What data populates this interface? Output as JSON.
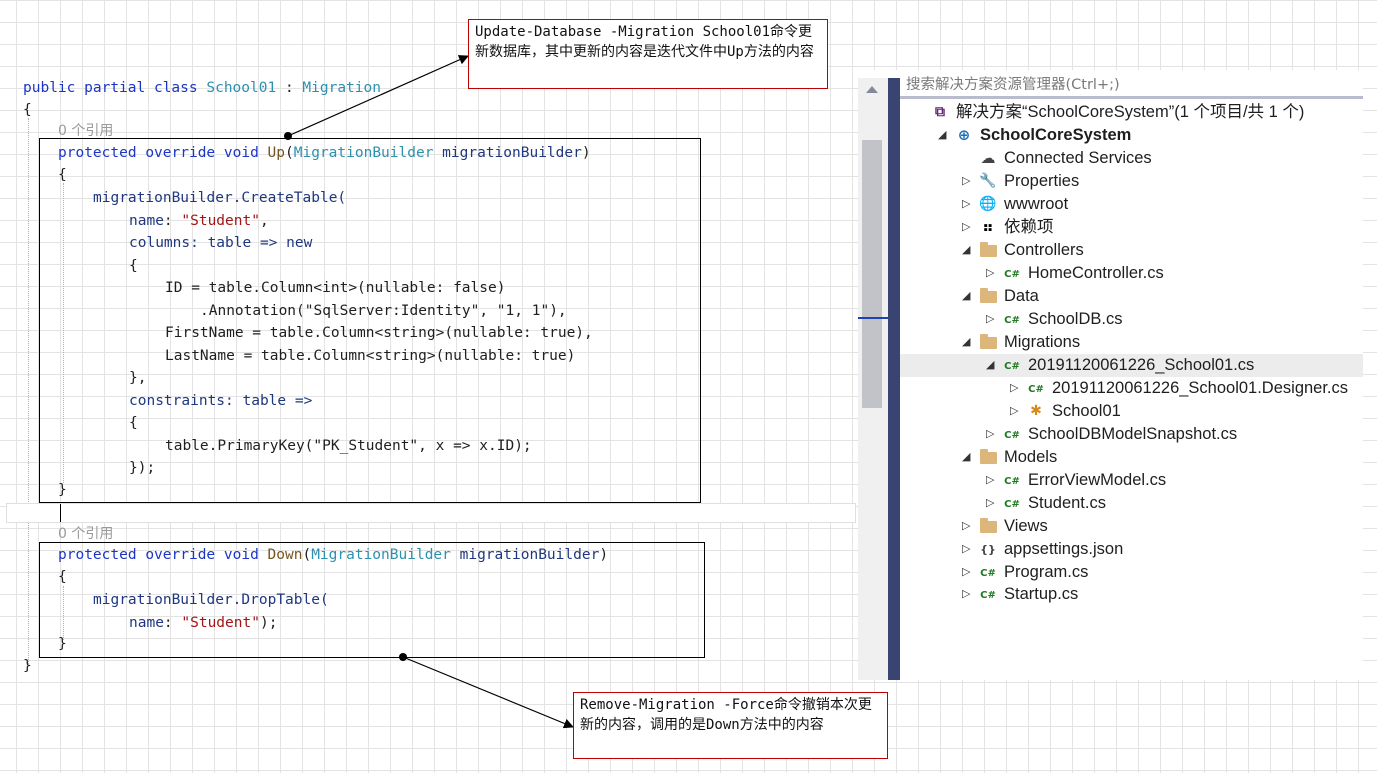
{
  "code": {
    "class_line": [
      "public",
      "partial",
      "class",
      "School01",
      ":",
      "Migration"
    ],
    "refs": "0 个引用",
    "up": {
      "sig": [
        "protected",
        "override",
        "void",
        "Up",
        "MigrationBuilder",
        "migrationBuilder"
      ],
      "body": {
        "create": "migrationBuilder.CreateTable(",
        "name": "\"Student\"",
        "columns": "columns: table => new",
        "id_col": "ID = table.Column<int>(nullable: false)",
        "annotation": ".Annotation(\"SqlServer:Identity\", \"1, 1\"),",
        "first_col": "FirstName = table.Column<string>(nullable: true),",
        "last_col": "LastName = table.Column<string>(nullable: true)",
        "constraints": "constraints: table =>",
        "pk": "table.PrimaryKey(\"PK_Student\", x => x.ID);"
      }
    },
    "down": {
      "sig": [
        "protected",
        "override",
        "void",
        "Down",
        "MigrationBuilder",
        "migrationBuilder"
      ],
      "drop": "migrationBuilder.DropTable(",
      "name": "\"Student\""
    }
  },
  "callouts": {
    "update": "Update-Database -Migration School01命令更新数据库，其中更新的内容是迭代文件中Up方法的内容",
    "remove": "Remove-Migration -Force命令撤销本次更新的内容，调用的是Down方法中的内容"
  },
  "solution_explorer": {
    "search_placeholder": "搜索解决方案资源管理器(Ctrl+;)",
    "items": [
      {
        "label": "解决方案“SchoolCoreSystem”(1 个项目/共 1 个)",
        "icon": "solution-icon",
        "toggle": ""
      },
      {
        "label": "SchoolCoreSystem",
        "icon": "web-project-icon",
        "toggle": "expanded"
      },
      {
        "label": "Connected Services",
        "icon": "connected-services-icon",
        "toggle": ""
      },
      {
        "label": "Properties",
        "icon": "wrench-icon",
        "toggle": "collapsed"
      },
      {
        "label": "wwwroot",
        "icon": "globe-icon",
        "toggle": "collapsed"
      },
      {
        "label": "依赖项",
        "icon": "dependencies-icon",
        "toggle": "collapsed"
      },
      {
        "label": "Controllers",
        "icon": "folder-icon",
        "toggle": "expanded"
      },
      {
        "label": "HomeController.cs",
        "icon": "csharp-file-icon",
        "toggle": "collapsed"
      },
      {
        "label": "Data",
        "icon": "folder-icon",
        "toggle": "expanded"
      },
      {
        "label": "SchoolDB.cs",
        "icon": "csharp-file-icon",
        "toggle": "collapsed"
      },
      {
        "label": "Migrations",
        "icon": "folder-icon",
        "toggle": "expanded"
      },
      {
        "label": "20191120061226_School01.cs",
        "icon": "csharp-file-icon",
        "toggle": "expanded"
      },
      {
        "label": "20191120061226_School01.Designer.cs",
        "icon": "csharp-file-icon",
        "toggle": "collapsed"
      },
      {
        "label": "School01",
        "icon": "class-icon",
        "toggle": "collapsed"
      },
      {
        "label": "SchoolDBModelSnapshot.cs",
        "icon": "csharp-file-icon",
        "toggle": "collapsed"
      },
      {
        "label": "Models",
        "icon": "folder-icon",
        "toggle": "expanded"
      },
      {
        "label": "ErrorViewModel.cs",
        "icon": "csharp-file-icon",
        "toggle": "collapsed"
      },
      {
        "label": "Student.cs",
        "icon": "csharp-file-icon",
        "toggle": "collapsed"
      },
      {
        "label": "Views",
        "icon": "folder-icon",
        "toggle": "collapsed"
      },
      {
        "label": "appsettings.json",
        "icon": "json-file-icon",
        "toggle": "collapsed"
      },
      {
        "label": "Program.cs",
        "icon": "csharp-file-icon",
        "toggle": "collapsed"
      },
      {
        "label": "Startup.cs",
        "icon": "csharp-file-icon",
        "toggle": "collapsed"
      }
    ]
  },
  "colors": {
    "keyword": "#1a35c8",
    "type": "#2b91af",
    "method": "#74531f",
    "string": "#a31515",
    "callout_border": "#c00000",
    "scroll_bar": "#3a4472"
  }
}
